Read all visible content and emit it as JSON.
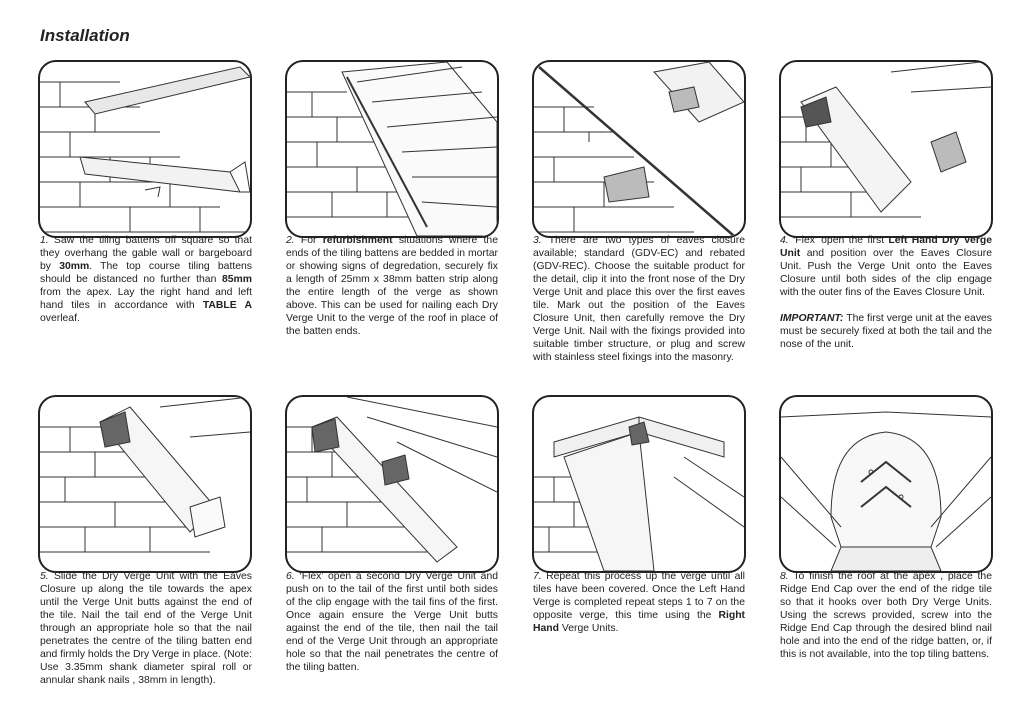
{
  "page": {
    "title": "Installation"
  },
  "steps": [
    {
      "num": "1.",
      "text": [
        {
          "t": " Saw the tiling battens off square so that they overhang the gable wall or bargeboard by "
        },
        {
          "b": "30mm"
        },
        {
          "t": ".  The top course tiling battens should be distanced no further than "
        },
        {
          "b": "85mm"
        },
        {
          "t": " from the apex.  Lay the right hand and left hand tiles in accordance with "
        },
        {
          "b": "TABLE A"
        },
        {
          "t": " overleaf."
        }
      ]
    },
    {
      "num": "2.",
      "text": [
        {
          "t": "  For "
        },
        {
          "b": "refurbishment"
        },
        {
          "t": " situations where the ends of the tiling battens are bedded in mortar or showing signs of degredation, securely fix a length of 25mm x 38mm batten strip along the entire length of the verge as shown above.  This can be used for nailing each Dry Verge Unit to the verge of the roof in place of the batten ends."
        }
      ]
    },
    {
      "num": "3.",
      "text": [
        {
          "t": "  There are two types of eaves closure available; standard (GDV-EC) and rebated (GDV-REC). Choose the suitable product for the detail, clip it into the front nose of the Dry Verge Unit and place this over the first eaves tile.  Mark out the position of the Eaves Closure Unit, then carefully remove the Dry Verge Unit.  Nail with the fixings provided into suitable timber structure, or plug and screw with stainless steel fixings into the masonry."
        }
      ]
    },
    {
      "num": "4.",
      "text": [
        {
          "t": "  ‘Flex’ open the first "
        },
        {
          "b": "Left Hand Dry Verge Unit"
        },
        {
          "t": " and position over the Eaves Closure Unit.  Push the Verge Unit onto the Eaves Closure until both sides of the clip engage with the outer fins of the Eaves Closure Unit."
        }
      ],
      "important_label": "IMPORTANT:",
      "important_text": " The first verge unit at the eaves must be securely fixed at both the tail and the nose of the unit."
    },
    {
      "num": "5.",
      "text": [
        {
          "t": " Slide the Dry Verge Unit with the Eaves Closure up along the tile towards the apex until the Verge Unit butts against the end of the tile.  Nail the tail end of the Verge Unit through an appropriate hole so that the nail penetrates the centre of the tiling batten end and firmly holds the Dry Verge in place. (Note: Use 3.35mm shank diameter spiral roll or annular shank nails , 38mm in length)."
        }
      ]
    },
    {
      "num": "6.",
      "text": [
        {
          "t": "  ‘Flex’ open a second Dry Verge Unit and push on to the tail of the first until both sides of the clip engage with the tail fins of the first.  Once again ensure the Verge Unit butts against the end of the tile, then nail the tail end of the Verge Unit through an appropriate hole so that the nail penetrates the centre of the tiling batten."
        }
      ]
    },
    {
      "num": "7.",
      "text": [
        {
          "t": "  Repeat this process up the verge until all tiles have been covered.  Once the Left Hand Verge is completed repeat steps 1 to 7 on the opposite verge, this time using the "
        },
        {
          "b": "Right Hand"
        },
        {
          "t": " Verge Units."
        }
      ]
    },
    {
      "num": "8.",
      "text": [
        {
          "t": "  To finish the roof at the apex , place the Ridge End Cap over the end of the ridge tile so that it hooks over both Dry Verge Units.  Using the screws provided, screw into the Ridge End Cap through the desired blind nail hole and into the end of the ridge batten, or, if this is not available, into the top tiling battens."
        }
      ]
    }
  ]
}
